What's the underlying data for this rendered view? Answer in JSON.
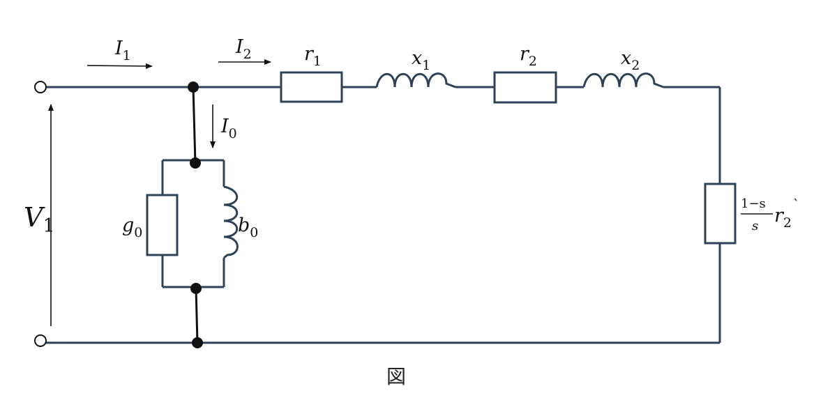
{
  "currents": {
    "i1": {
      "main": "I",
      "sub": "1"
    },
    "i2": {
      "main": "I",
      "sub": "2"
    },
    "i0": {
      "main": "I",
      "sub": "0"
    }
  },
  "voltage": {
    "main": "V",
    "sub": "1"
  },
  "components": {
    "r1": {
      "main": "r",
      "sub": "1"
    },
    "x1": {
      "main": "x",
      "sub": "1"
    },
    "r2": {
      "main": "r",
      "sub": "2"
    },
    "x2": {
      "main": "x",
      "sub": "2"
    },
    "g0": {
      "main": "g",
      "sub": "0"
    },
    "b0": {
      "main": "b",
      "sub": "0"
    },
    "load": {
      "numerator": "1−s",
      "denominator": "s",
      "main": "r",
      "sub": "2",
      "suffix": "`"
    }
  },
  "caption": "図",
  "colors": {
    "wire": "#2e4157",
    "ink": "#111111"
  }
}
